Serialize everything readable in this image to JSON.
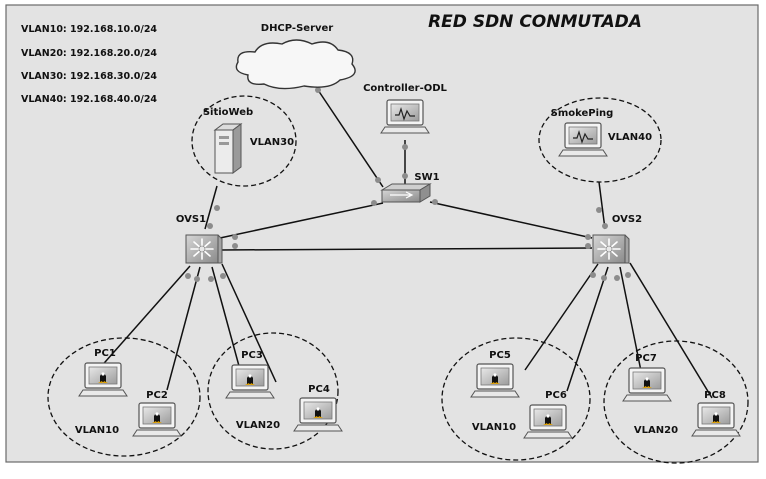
{
  "title": "RED SDN CONMUTADA",
  "vlan_legend": [
    "VLAN10: 192.168.10.0/24",
    "VLAN20: 192.168.20.0/24",
    "VLAN30: 192.168.30.0/24",
    "VLAN40: 192.168.40.0/24"
  ],
  "nodes": {
    "dhcp": "DHCP-Server",
    "controller": "Controller-ODL",
    "sw1": "SW1",
    "ovs1": "OVS1",
    "ovs2": "OVS2",
    "web": "SitioWeb",
    "smoke": "SmokePing",
    "pc1": "PC1",
    "pc2": "PC2",
    "pc3": "PC3",
    "pc4": "PC4",
    "pc5": "PC5",
    "pc6": "PC6",
    "pc7": "PC7",
    "pc8": "PC8"
  },
  "groups": {
    "web_vlan": "VLAN30",
    "smoke_vlan": "VLAN40",
    "g1_vlan": "VLAN10",
    "g2_vlan": "VLAN20",
    "g3_vlan": "VLAN10",
    "g4_vlan": "VLAN20"
  },
  "colors": {
    "background": "#e3e3e3",
    "frame": "#6a6a6a",
    "link": "#111111",
    "port": "#8c8c8c",
    "device": "#b9b9b9"
  }
}
